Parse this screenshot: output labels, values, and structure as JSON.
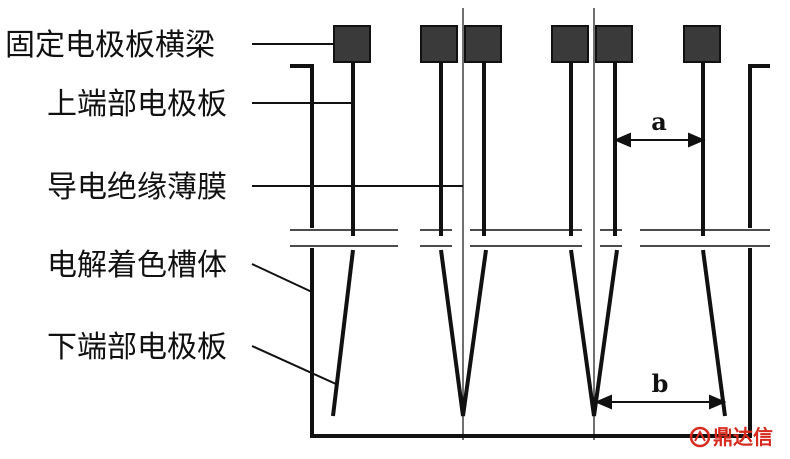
{
  "labels": {
    "beam": "固定电极板横梁",
    "upper_plate": "上端部电极板",
    "film": "导电绝缘薄膜",
    "tank": "电解着色槽体",
    "lower_plate": "下端部电极板"
  },
  "dimensions": {
    "a": "a",
    "b": "b"
  },
  "watermark": {
    "text": "鼎达信",
    "color": "#d62a1e"
  },
  "colors": {
    "line": "#111111",
    "beam_block": "#3a3a3a",
    "background": "#ffffff"
  }
}
